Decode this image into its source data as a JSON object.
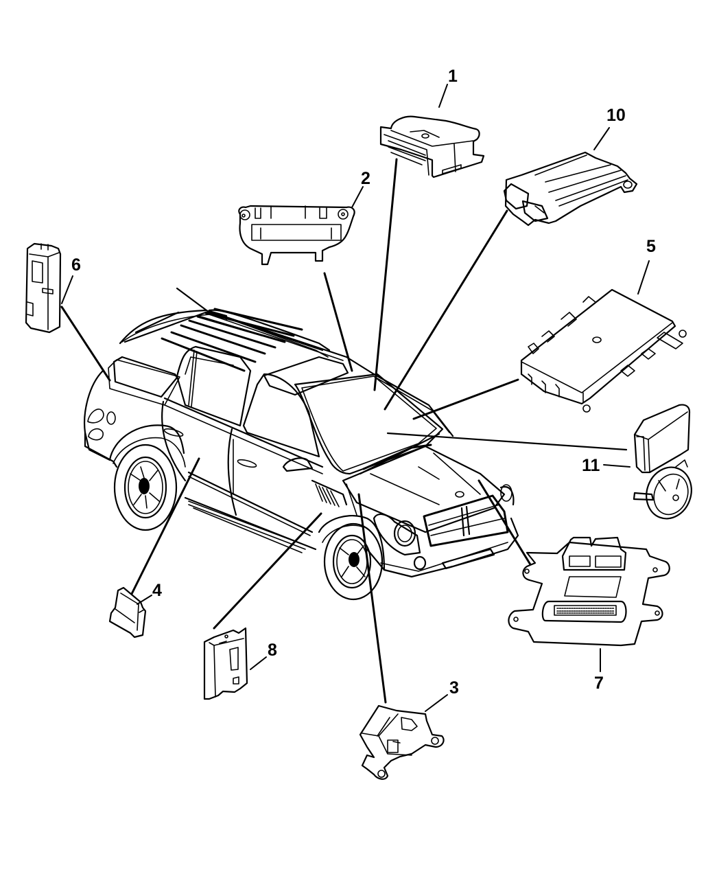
{
  "diagram": {
    "subject": "Vehicle modules and sensors location (SUV)",
    "background": "#ffffff",
    "line_color": "#000000",
    "callouts": [
      {
        "id": "1",
        "label": "1",
        "component": "control module (airbag)"
      },
      {
        "id": "2",
        "label": "2",
        "component": "overhead console module"
      },
      {
        "id": "3",
        "label": "3",
        "component": "sensor module with mounting bracket"
      },
      {
        "id": "4",
        "label": "4",
        "component": "door module / sensor"
      },
      {
        "id": "5",
        "label": "5",
        "component": "body control module"
      },
      {
        "id": "6",
        "label": "6",
        "component": "rear module"
      },
      {
        "id": "7",
        "label": "7",
        "component": "powertrain control module"
      },
      {
        "id": "8",
        "label": "8",
        "component": "module (under body)"
      },
      {
        "id": "10",
        "label": "10",
        "component": "connector module"
      },
      {
        "id": "11",
        "label": "11",
        "component": "module with siren/horn"
      }
    ]
  }
}
